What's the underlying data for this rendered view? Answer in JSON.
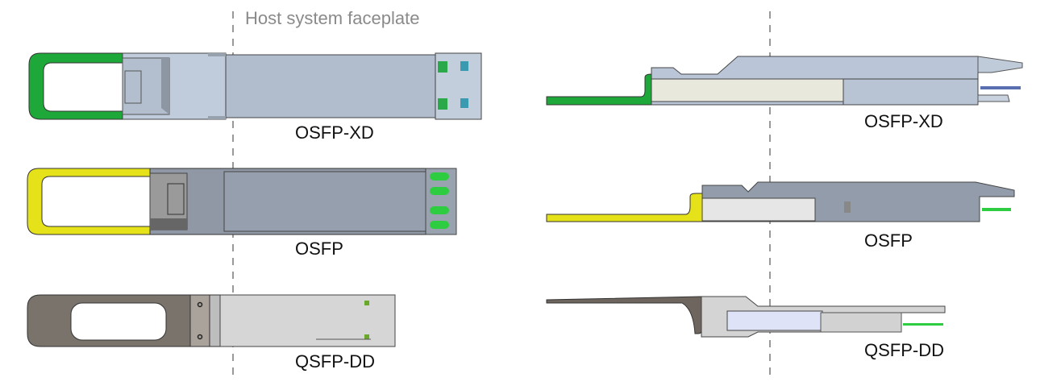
{
  "title": "Host system faceplate",
  "top_view": {
    "modules": [
      {
        "name": "OSFP-XD",
        "handle_color": "#1fa83a",
        "body_color": "#b9c6d8"
      },
      {
        "name": "OSFP",
        "handle_color": "#e6e21a",
        "body_color": "#949eab"
      },
      {
        "name": "QSFP-DD",
        "handle_color": "#7a736b",
        "body_color": "#d6d6d6"
      }
    ]
  },
  "side_view": {
    "modules": [
      {
        "name": "OSFP-XD",
        "handle_color": "#1fa83a"
      },
      {
        "name": "OSFP",
        "handle_color": "#e6e21a"
      },
      {
        "name": "QSFP-DD",
        "handle_color": "#6e665e"
      }
    ]
  },
  "faceplate_line_color": "#999999"
}
